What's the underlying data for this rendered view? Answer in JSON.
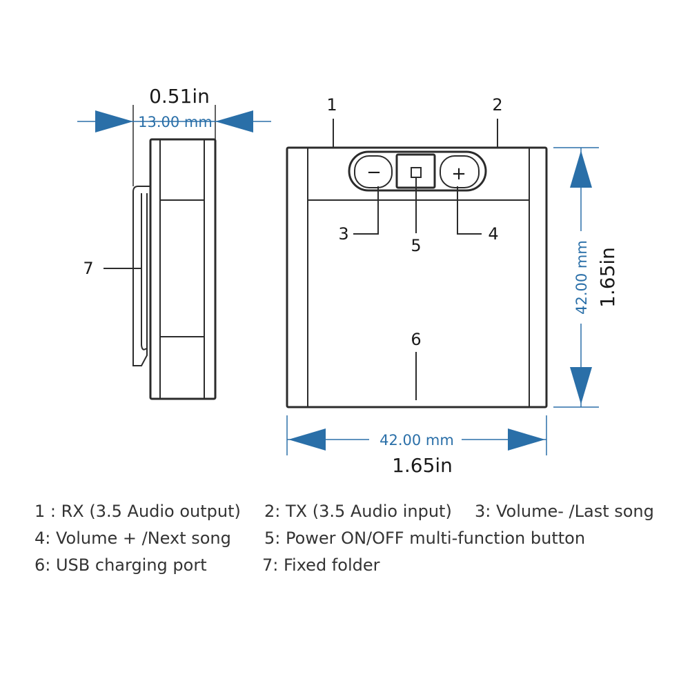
{
  "colors": {
    "outline": "#2b2b2b",
    "dimension_blue": "#2a6fa8",
    "text": "#333333",
    "background": "#ffffff"
  },
  "icons": {
    "minus_button": "minus-icon",
    "power_button": "square-icon",
    "plus_button": "plus-icon"
  },
  "dimensions": {
    "side_width_in": "0.51in",
    "side_width_mm": "13.00 mm",
    "front_width_mm": "42.00 mm",
    "front_width_in": "1.65in",
    "front_height_mm": "42.00 mm",
    "front_height_in": "1.65in"
  },
  "callouts": {
    "c1": "1",
    "c2": "2",
    "c3": "3",
    "c4": "4",
    "c5": "5",
    "c6": "6",
    "c7": "7"
  },
  "buttons": {
    "minus": "−",
    "plus": "+"
  },
  "legend": [
    "1 :  RX (3.5 Audio output)",
    "2: TX (3.5 Audio input)",
    "3: Volume- /Last song",
    "4: Volume + /Next song",
    "5: Power ON/OFF multi-function button",
    "6: USB charging port",
    "7: Fixed folder"
  ]
}
